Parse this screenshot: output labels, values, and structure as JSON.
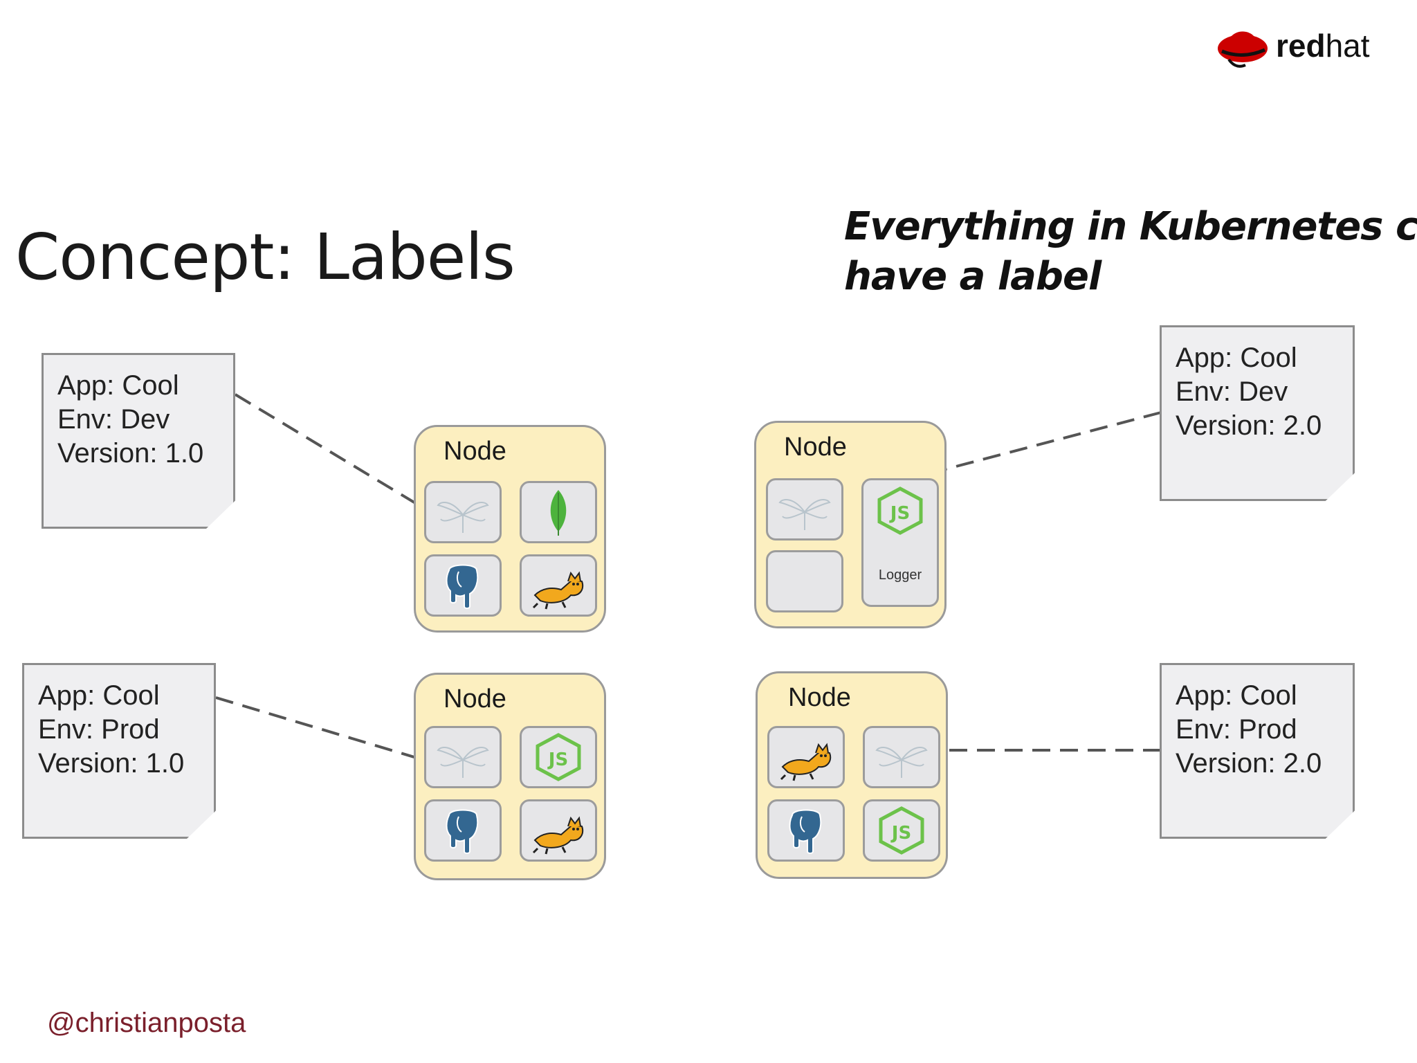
{
  "title": "Concept: Labels",
  "subtitle": [
    "Everything in Kubernetes can",
    "have a label"
  ],
  "brand": {
    "name": "redhat",
    "name_bold": "red",
    "name_light": "hat",
    "color": "#cc0000"
  },
  "handle": "@christianposta",
  "colors": {
    "node_fill": "#fcefc0",
    "card_fill": "#efeff1",
    "handle": "#7a1f2b",
    "nodejs": "#6cc24a",
    "postgres": "#336791",
    "mongo": "#4db33d",
    "tomcat": "#f2a81d"
  },
  "labels": [
    {
      "lines": [
        "App: Cool",
        "Env: Dev",
        "Version: 1.0"
      ]
    },
    {
      "lines": [
        "App: Cool",
        "Env: Prod",
        "Version: 1.0"
      ]
    },
    {
      "lines": [
        "App: Cool",
        "Env: Dev",
        "Version: 2.0"
      ]
    },
    {
      "lines": [
        "App: Cool",
        "Env: Prod",
        "Version: 2.0"
      ]
    }
  ],
  "nodes": [
    {
      "title": "Node",
      "pods": [
        "wildfly-icon",
        "mongodb-icon",
        "postgresql-icon",
        "tomcat-icon"
      ]
    },
    {
      "title": "Node",
      "pods": [
        "wildfly-icon",
        "nodejs-icon",
        "postgresql-icon",
        "tomcat-icon"
      ]
    },
    {
      "title": "Node",
      "pods": [
        "wildfly-icon",
        "nodejs-icon",
        "empty"
      ],
      "logger_label": "Logger"
    },
    {
      "title": "Node",
      "pods": [
        "tomcat-icon",
        "wildfly-icon",
        "postgresql-icon",
        "nodejs-icon"
      ]
    }
  ]
}
